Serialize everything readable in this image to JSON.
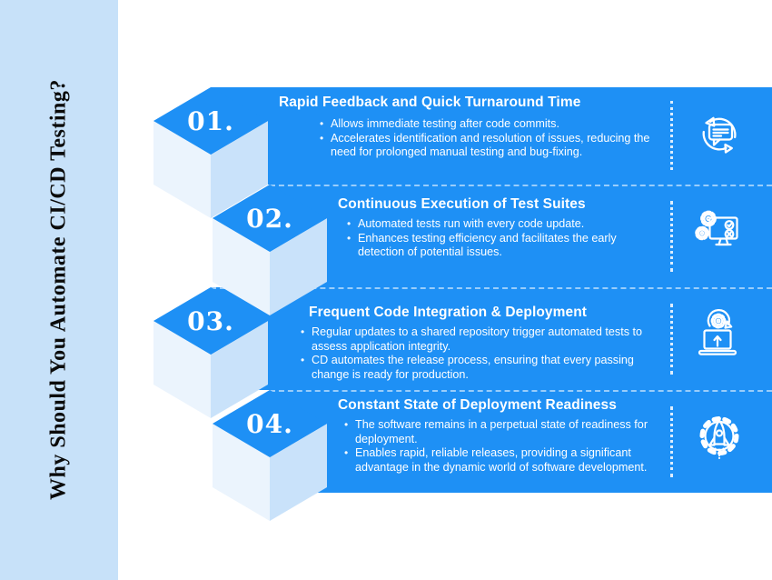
{
  "page": {
    "title": "Why Should You Automate CI/CD Testing?"
  },
  "colors": {
    "bar_blue": "#1E90F5",
    "sidebar_blue": "#C7E1F9",
    "cube_left_face": "#EBF4FD",
    "cube_right_face": "#C9E2FA",
    "body_text": "#FFFFFF",
    "heading_text": "#0B0B0B"
  },
  "items": [
    {
      "number": "01.",
      "title": "Rapid Feedback and Quick Turnaround Time",
      "icon": "chat-refresh-icon",
      "bullets": [
        "Allows immediate testing after code commits.",
        "Accelerates identification and resolution of issues, reducing the need for prolonged manual testing and bug-fixing."
      ]
    },
    {
      "number": "02.",
      "title": "Continuous Execution of Test Suites",
      "icon": "gears-monitor-icon",
      "bullets": [
        "Automated tests run with every code update.",
        "Enhances testing efficiency and facilitates the early detection of potential issues."
      ]
    },
    {
      "number": "03.",
      "title": "Frequent Code Integration & Deployment",
      "icon": "laptop-sync-icon",
      "bullets": [
        "Regular updates to a shared repository trigger automated tests to assess application integrity.",
        "CD automates the release process, ensuring that every passing change is ready for production."
      ]
    },
    {
      "number": "04.",
      "title": "Constant State of Deployment Readiness",
      "icon": "rocket-gear-icon",
      "bullets": [
        "The software remains in a perpetual state of readiness for deployment.",
        "Enables rapid, reliable releases, providing a significant advantage in the dynamic world of software development."
      ]
    }
  ]
}
